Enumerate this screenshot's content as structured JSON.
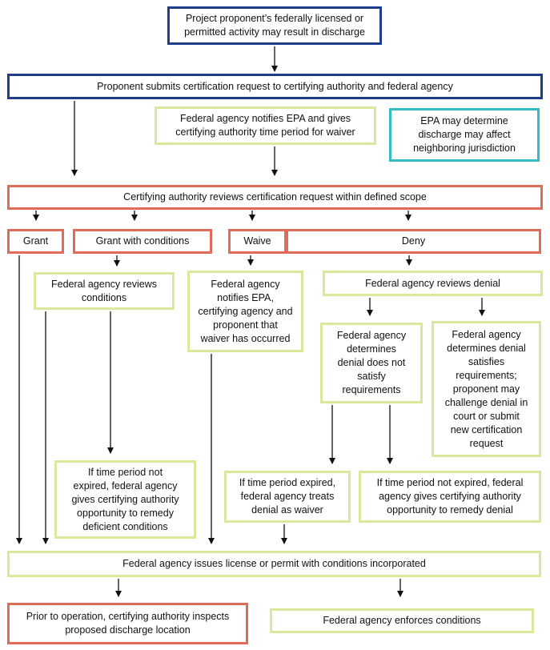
{
  "nodes": {
    "start": "Project proponent’s federally licensed or\npermitted activity may result in discharge",
    "submit": "Proponent submits certification request to certifying authority and federal agency",
    "notify_epa": "Federal agency notifies EPA and gives\ncertifying authority time period for waiver",
    "epa_determine": "EPA may determine\ndischarge may affect\nneighboring jurisdiction",
    "review": "Certifying authority reviews certification request within defined scope",
    "grant": "Grant",
    "grant_conditions": "Grant with conditions",
    "waive": "Waive",
    "deny": "Deny",
    "agency_reviews_conditions": "Federal agency reviews\nconditions",
    "agency_notifies_waiver": "Federal agency\nnotifies EPA,\ncertifying agency and\nproponent that\nwaiver has occurred",
    "agency_reviews_denial": "Federal agency reviews denial",
    "denial_not_satisfy": "Federal agency\ndetermines\ndenial does not\nsatisfy\nrequirements",
    "denial_satisfies": "Federal agency\ndetermines denial\nsatisfies\nrequirements;\nproponent may\nchallenge denial in\ncourt or submit\nnew certification\nrequest",
    "remedy_conditions": "If time period not\nexpired, federal agency\ngives certifying authority\nopportunity to remedy\ndeficient conditions",
    "expired_waiver": "If time period expired,\nfederal agency treats\ndenial as waiver",
    "remedy_denial": "If time period not expired, federal\nagency gives certifying authority\nopportunity to remedy denial",
    "issue_license": "Federal agency issues license or permit with conditions incorporated",
    "inspect": "Prior to operation, certifying authority inspects\nproposed discharge location",
    "enforce": "Federal agency enforces conditions"
  },
  "colors": {
    "blue_border": "#1f3d8c",
    "red_border": "#e06b5b",
    "green_border": "#d9e89a",
    "teal_border": "#32bcc4",
    "arrow": "#111111"
  }
}
